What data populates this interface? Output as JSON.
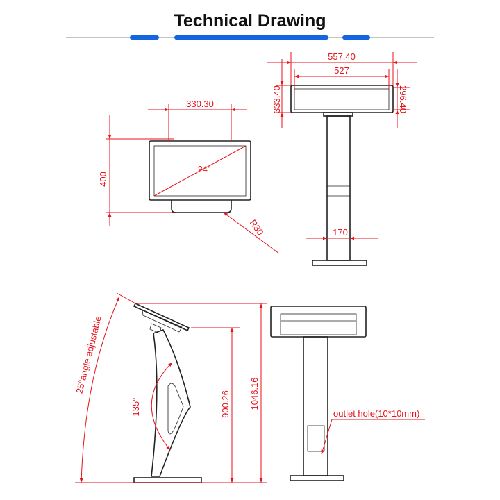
{
  "title": "Technical Drawing",
  "colors": {
    "accent_blue": "#1565e0",
    "dimension_red": "#e8121b",
    "rule_gray": "#888888"
  },
  "front_view": {
    "width_dim": "330.30",
    "height_dim": "400",
    "screen_size": "24\"",
    "radius": "R30"
  },
  "top_view": {
    "outer_width": "557.40",
    "inner_width": "527",
    "outer_depth": "333.40",
    "inner_depth": "296.40",
    "column_width": "170"
  },
  "side_view": {
    "angle_adjust": "25°angle adjustable",
    "stand_angle": "135°",
    "panel_height": "900.26",
    "total_height": "1046.16"
  },
  "rear_view": {
    "outlet_label": "outlet hole(10*10mm)"
  }
}
